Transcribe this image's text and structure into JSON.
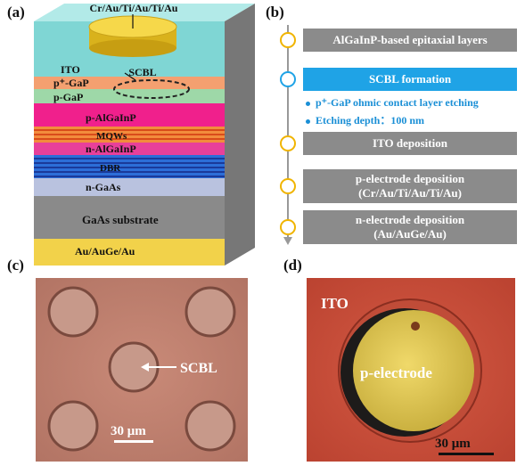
{
  "panels": {
    "a": "(a)",
    "b": "(b)",
    "c": "(c)",
    "d": "(d)"
  },
  "structure": {
    "electrode_top": "Cr/Au/Ti/Au/Ti/Au",
    "layers": [
      "ITO",
      "p⁺-GaP",
      "p-GaP",
      "p-AlGaInP",
      "MQWs",
      "n-AlGaInP",
      "DBR",
      "n-GaAs",
      "GaAs substrate",
      "Au/AuGe/Au"
    ],
    "scbl": "SCBL"
  },
  "flow": {
    "steps": [
      {
        "lines": [
          "AlGaInP-based epitaxial layers"
        ],
        "highlight": false
      },
      {
        "lines": [
          "SCBL formation"
        ],
        "highlight": true
      },
      {
        "lines": [
          "ITO deposition"
        ],
        "highlight": false
      },
      {
        "lines": [
          "p-electrode deposition",
          "(Cr/Au/Ti/Au/Ti/Au)"
        ],
        "highlight": false
      },
      {
        "lines": [
          "n-electrode deposition",
          "(Au/AuGe/Au)"
        ],
        "highlight": false
      }
    ],
    "bullets": [
      "p⁺-GaP ohmic contact layer etching",
      "Etching depth：100 nm"
    ]
  },
  "micrograph_c": {
    "label": "SCBL",
    "scale": "30 μm"
  },
  "micrograph_d": {
    "ito_label": "ITO",
    "electrode_label": "p-electrode",
    "scale": "30 μm"
  },
  "colors": {
    "ito": "#7fd6d4",
    "p_gap_plus": "#f4a070",
    "p_gap": "#9ed8a8",
    "p_algainp": "#f0208c",
    "mqw": "#f28c3c",
    "n_algainp": "#e8409a",
    "dbr": "#2c6ed8",
    "n_gaas": "#b9c2df",
    "substrate": "#8a8a8a",
    "back_contact": "#f2d24a",
    "electrode": "#f2cf2c",
    "flow_box": "#8b8b8b",
    "flow_highlight": "#1fa3e6",
    "bullet_text": "#1a8fd6",
    "node": "#f0b400"
  }
}
